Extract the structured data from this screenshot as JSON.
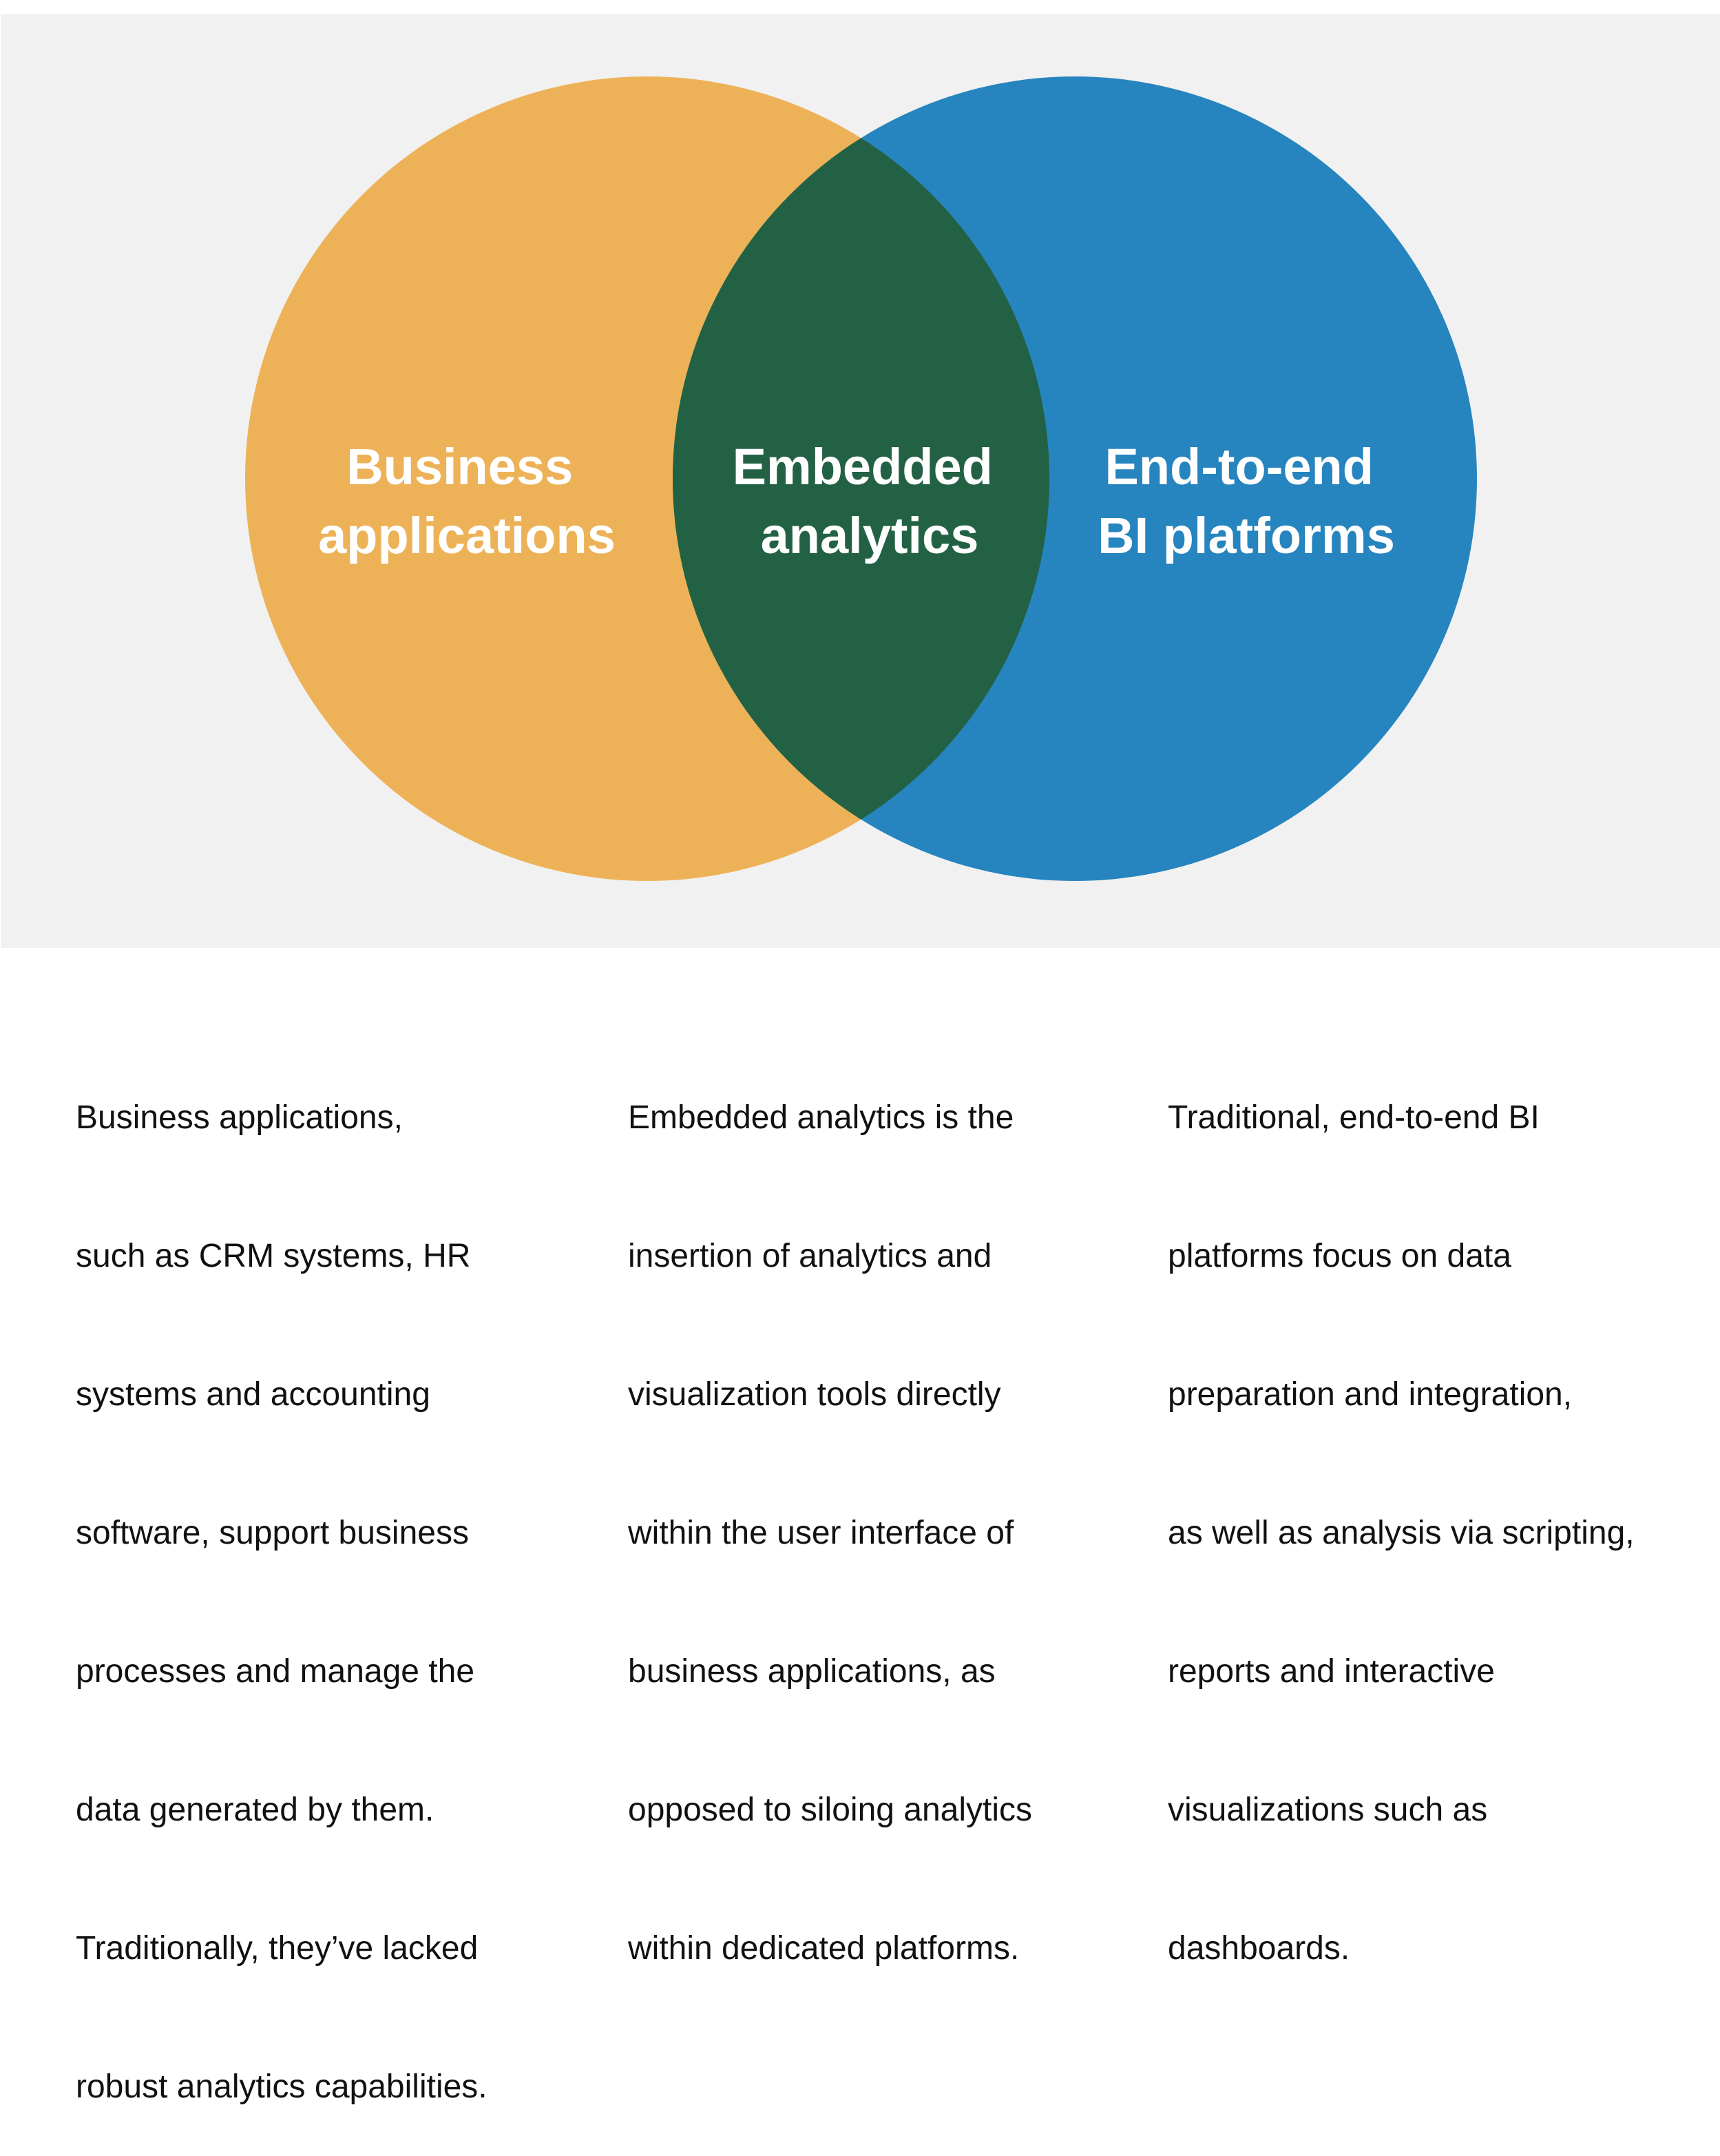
{
  "colors": {
    "background_panel": "#F1F1F1",
    "business_applications": "#EDB257",
    "embedded_analytics": "#236145",
    "bi_platforms": "#2684BF",
    "label_text": "#FFFFFF",
    "body_text": "#111111"
  },
  "venn": {
    "left": {
      "label_lines": [
        "Business",
        "applications"
      ]
    },
    "overlap": {
      "label_lines": [
        "Embedded",
        "analytics"
      ]
    },
    "right": {
      "label_lines": [
        "End-to-end",
        "BI platforms"
      ]
    }
  },
  "descriptions": {
    "left": {
      "lines": [
        "Business applications,",
        "such as CRM systems, HR",
        "systems and accounting",
        "software, support business",
        "processes and manage the",
        "data generated by them.",
        "Traditionally, they’ve lacked",
        "robust analytics capabilities."
      ]
    },
    "middle": {
      "lines": [
        "Embedded analytics is the",
        "insertion of analytics and",
        "visualization tools directly",
        "within the user interface of",
        "business applications, as",
        "opposed to siloing analytics",
        "within dedicated platforms."
      ]
    },
    "right": {
      "lines": [
        "Traditional, end-to-end BI",
        "platforms focus on data",
        "preparation and integration,",
        "as well as analysis via scripting,",
        "reports and interactive",
        "visualizations such as",
        "dashboards."
      ]
    }
  }
}
